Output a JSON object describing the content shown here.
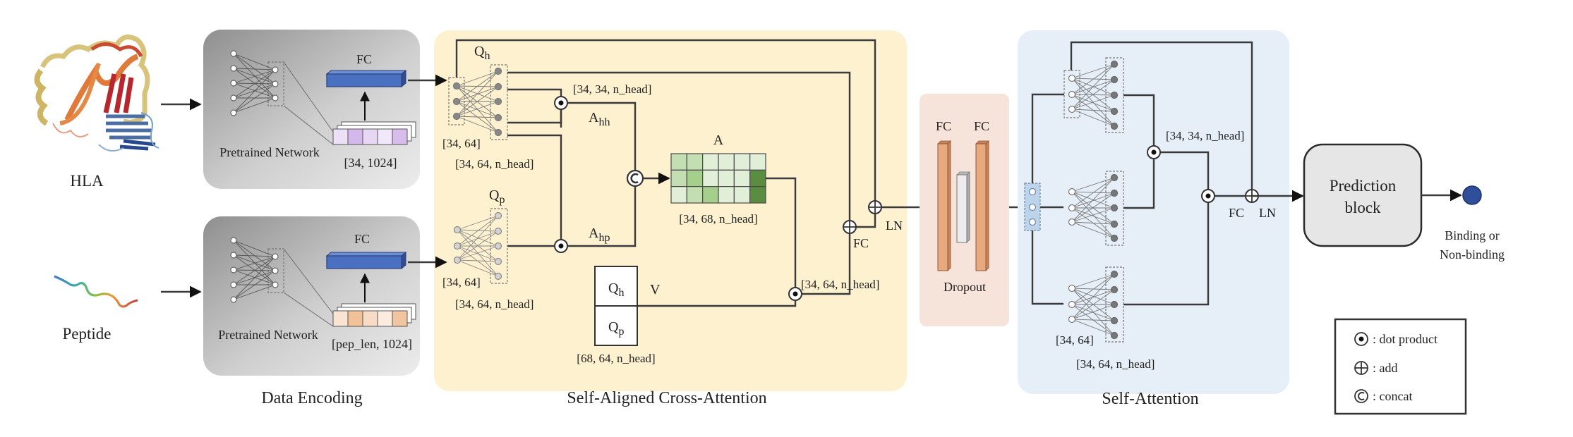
{
  "inputs": {
    "hla_label": "HLA",
    "peptide_label": "Peptide"
  },
  "data_encoding": {
    "section_title": "Data Encoding",
    "hla_block": {
      "fc_label": "FC",
      "network_label": "Pretrained Network",
      "embedding_shape": "[34, 1024]",
      "embedding_color": "#c9a6e6"
    },
    "peptide_block": {
      "fc_label": "FC",
      "network_label": "Pretrained Network",
      "embedding_shape": "[pep_len, 1024]",
      "embedding_color": "#eeb27e"
    },
    "fc_color": "#4a70c2"
  },
  "cross_attention": {
    "section_title": "Self-Aligned Cross-Attention",
    "qh_label": "Q",
    "qh_sub": "h",
    "qp_label": "Q",
    "qp_sub": "p",
    "qh_input_shape": "[34, 64]",
    "qh_output_shape": "[34, 64, n_head]",
    "qp_input_shape": "[34, 64]",
    "qp_output_shape": "[34, 64, n_head]",
    "ahh_shape": "[34, 34, n_head]",
    "ahh_label": "A",
    "ahh_sub": "hh",
    "ahp_label": "A",
    "ahp_sub": "hp",
    "attention_label": "A",
    "attention_shape": "[34, 68, n_head]",
    "attention_matrix": [
      [
        "mid",
        "mid",
        "light",
        "light",
        "light",
        "light"
      ],
      [
        "mid",
        "strong",
        "light",
        "light",
        "light",
        "dark"
      ],
      [
        "light",
        "mid",
        "strong",
        "light",
        "light",
        "dark"
      ]
    ],
    "value_label": "V",
    "value_rows": [
      {
        "main": "Q",
        "sub": "h"
      },
      {
        "main": "Q",
        "sub": "p"
      }
    ],
    "value_shape": "[68, 64, n_head]",
    "output_shape": "[34, 64, n_head]",
    "fc_label": "FC",
    "ln_label": "LN"
  },
  "dropout_block": {
    "fc1_label": "FC",
    "fc2_label": "FC",
    "dropout_label": "Dropout"
  },
  "self_attention": {
    "section_title": "Self-Attention",
    "score_shape": "[34, 34, n_head]",
    "input_shape": "[34, 64]",
    "output_shape": "[34, 64, n_head]",
    "fc_label": "FC",
    "ln_label": "LN"
  },
  "prediction": {
    "block_line1": "Prediction",
    "block_line2": "block",
    "output_line1": "Binding or",
    "output_line2": "Non-binding",
    "output_color": "#2f4f9a"
  },
  "legend": {
    "items": [
      {
        "icon": "dot-product-icon",
        "label": ": dot product"
      },
      {
        "icon": "add-icon",
        "label": ": add"
      },
      {
        "icon": "concat-icon",
        "label": ": concat"
      }
    ]
  },
  "colors": {
    "encoding_bg_dark": "#9a9a9a",
    "encoding_bg_light": "#e6e6e6",
    "cross_attention_bg": "#fdf1cf",
    "dropout_bg": "#f6e3da",
    "self_attention_bg": "#e6eef7",
    "fc_bar": "#e8a97e",
    "matrix_light": "#e2efd8",
    "matrix_mid": "#c4deb3",
    "matrix_strong": "#a6cf8d",
    "matrix_dark": "#5b8d40"
  }
}
